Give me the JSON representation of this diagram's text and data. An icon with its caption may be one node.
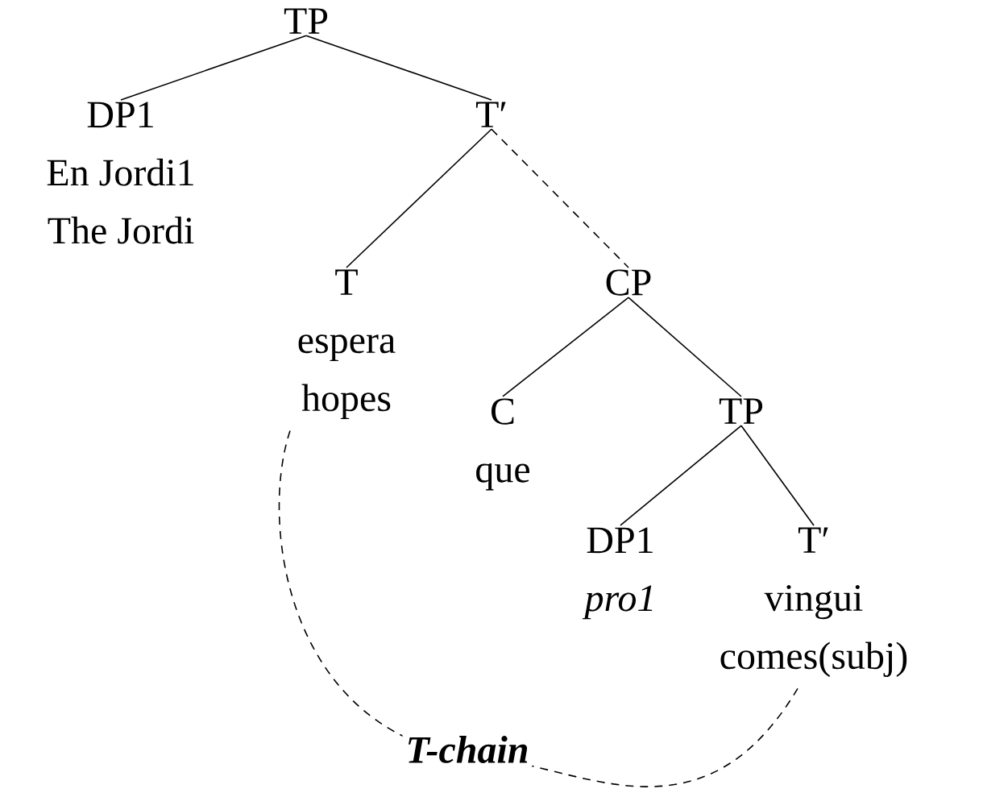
{
  "diagram": {
    "nodes": [
      {
        "text": [
          "TP"
        ]
      },
      {
        "text": [
          "DP1",
          "En Jordi1",
          "The Jordi"
        ]
      },
      {
        "text": [
          "T′"
        ]
      },
      {
        "text": [
          "T",
          "espera",
          "hopes"
        ]
      },
      {
        "text": [
          "CP"
        ]
      },
      {
        "text": [
          "C",
          "que"
        ]
      },
      {
        "text": [
          "TP"
        ]
      },
      {
        "text": [
          "DP1",
          "pro1"
        ]
      },
      {
        "text": [
          "T′",
          "vingui",
          "comes(subj)"
        ]
      }
    ],
    "edges": [
      {
        "from": 0,
        "to": 1,
        "arrow": "none"
      },
      {
        "from": 0,
        "to": 2,
        "arrow": "none"
      },
      {
        "from": 2,
        "to": 3,
        "arrow": "none"
      },
      {
        "from": 2,
        "to": 4,
        "arrow": "none",
        "style": "dashed"
      },
      {
        "from": 4,
        "to": 5,
        "arrow": "none"
      },
      {
        "from": 4,
        "to": 6,
        "arrow": "none"
      },
      {
        "from": 6,
        "to": 7,
        "arrow": "none"
      },
      {
        "from": 6,
        "to": 8,
        "arrow": "none"
      },
      {
        "from": 3,
        "to": 8,
        "arrow": "none",
        "style": "dashed",
        "label": "T-chain"
      }
    ]
  }
}
